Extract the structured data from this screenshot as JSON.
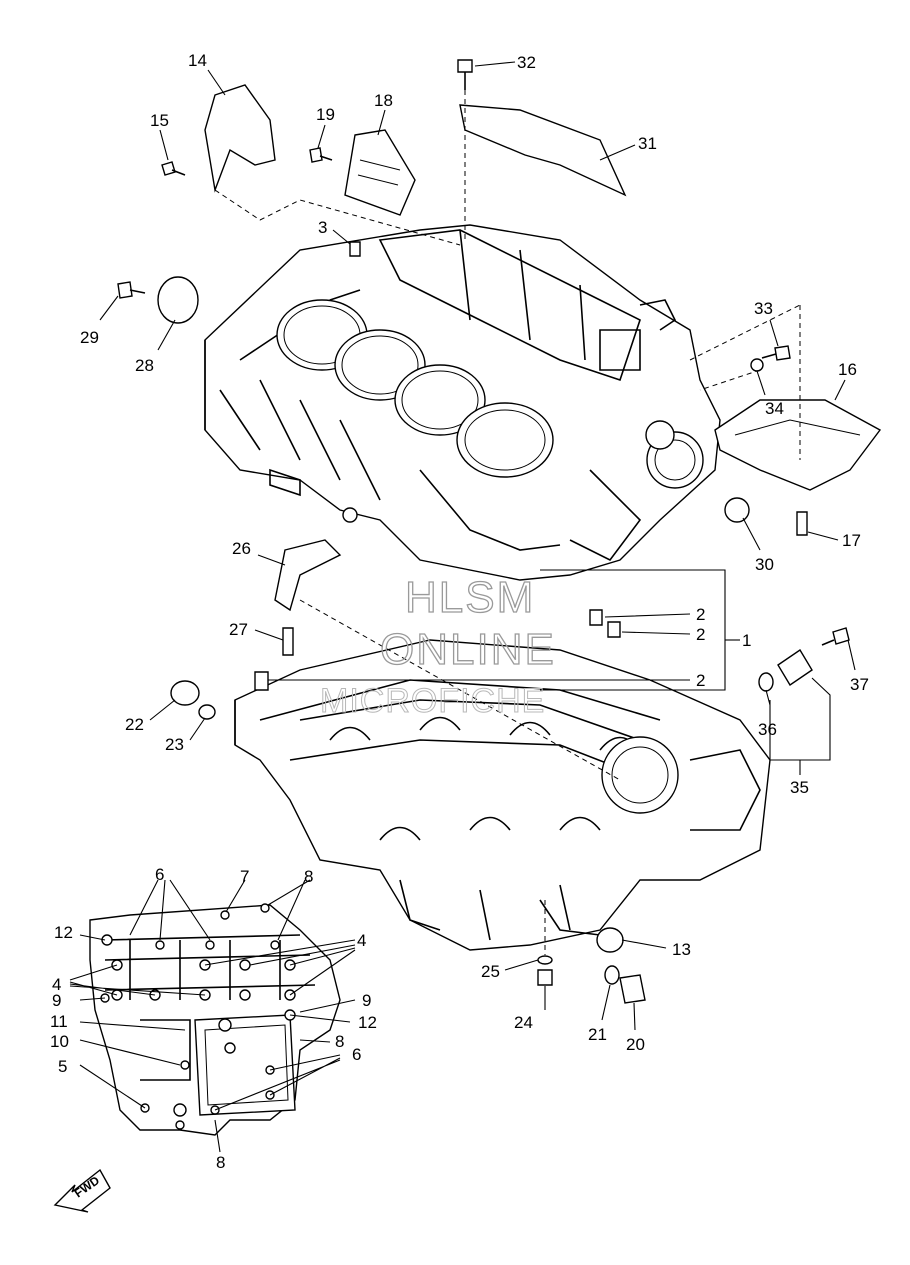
{
  "watermark": {
    "line1": "HLSM",
    "line2": "ONLINE",
    "line3": "MICROFICHE"
  },
  "fwd_label": "FWD",
  "callouts": {
    "c1": "1",
    "c2a": "2",
    "c2b": "2",
    "c2c": "2",
    "c3": "3",
    "c4a": "4",
    "c4b": "4",
    "c5": "5",
    "c6a": "6",
    "c6b": "6",
    "c7": "7",
    "c8a": "8",
    "c8b": "8",
    "c8c": "8",
    "c9a": "9",
    "c9b": "9",
    "c10": "10",
    "c11": "11",
    "c12a": "12",
    "c12b": "12",
    "c13": "13",
    "c14": "14",
    "c15": "15",
    "c16": "16",
    "c17": "17",
    "c18": "18",
    "c19": "19",
    "c20": "20",
    "c21": "21",
    "c22": "22",
    "c23": "23",
    "c24": "24",
    "c25": "25",
    "c26": "26",
    "c27": "27",
    "c28": "28",
    "c29": "29",
    "c30": "30",
    "c31": "31",
    "c32": "32",
    "c33": "33",
    "c34": "34",
    "c35": "35",
    "c36": "36",
    "c37": "37"
  }
}
